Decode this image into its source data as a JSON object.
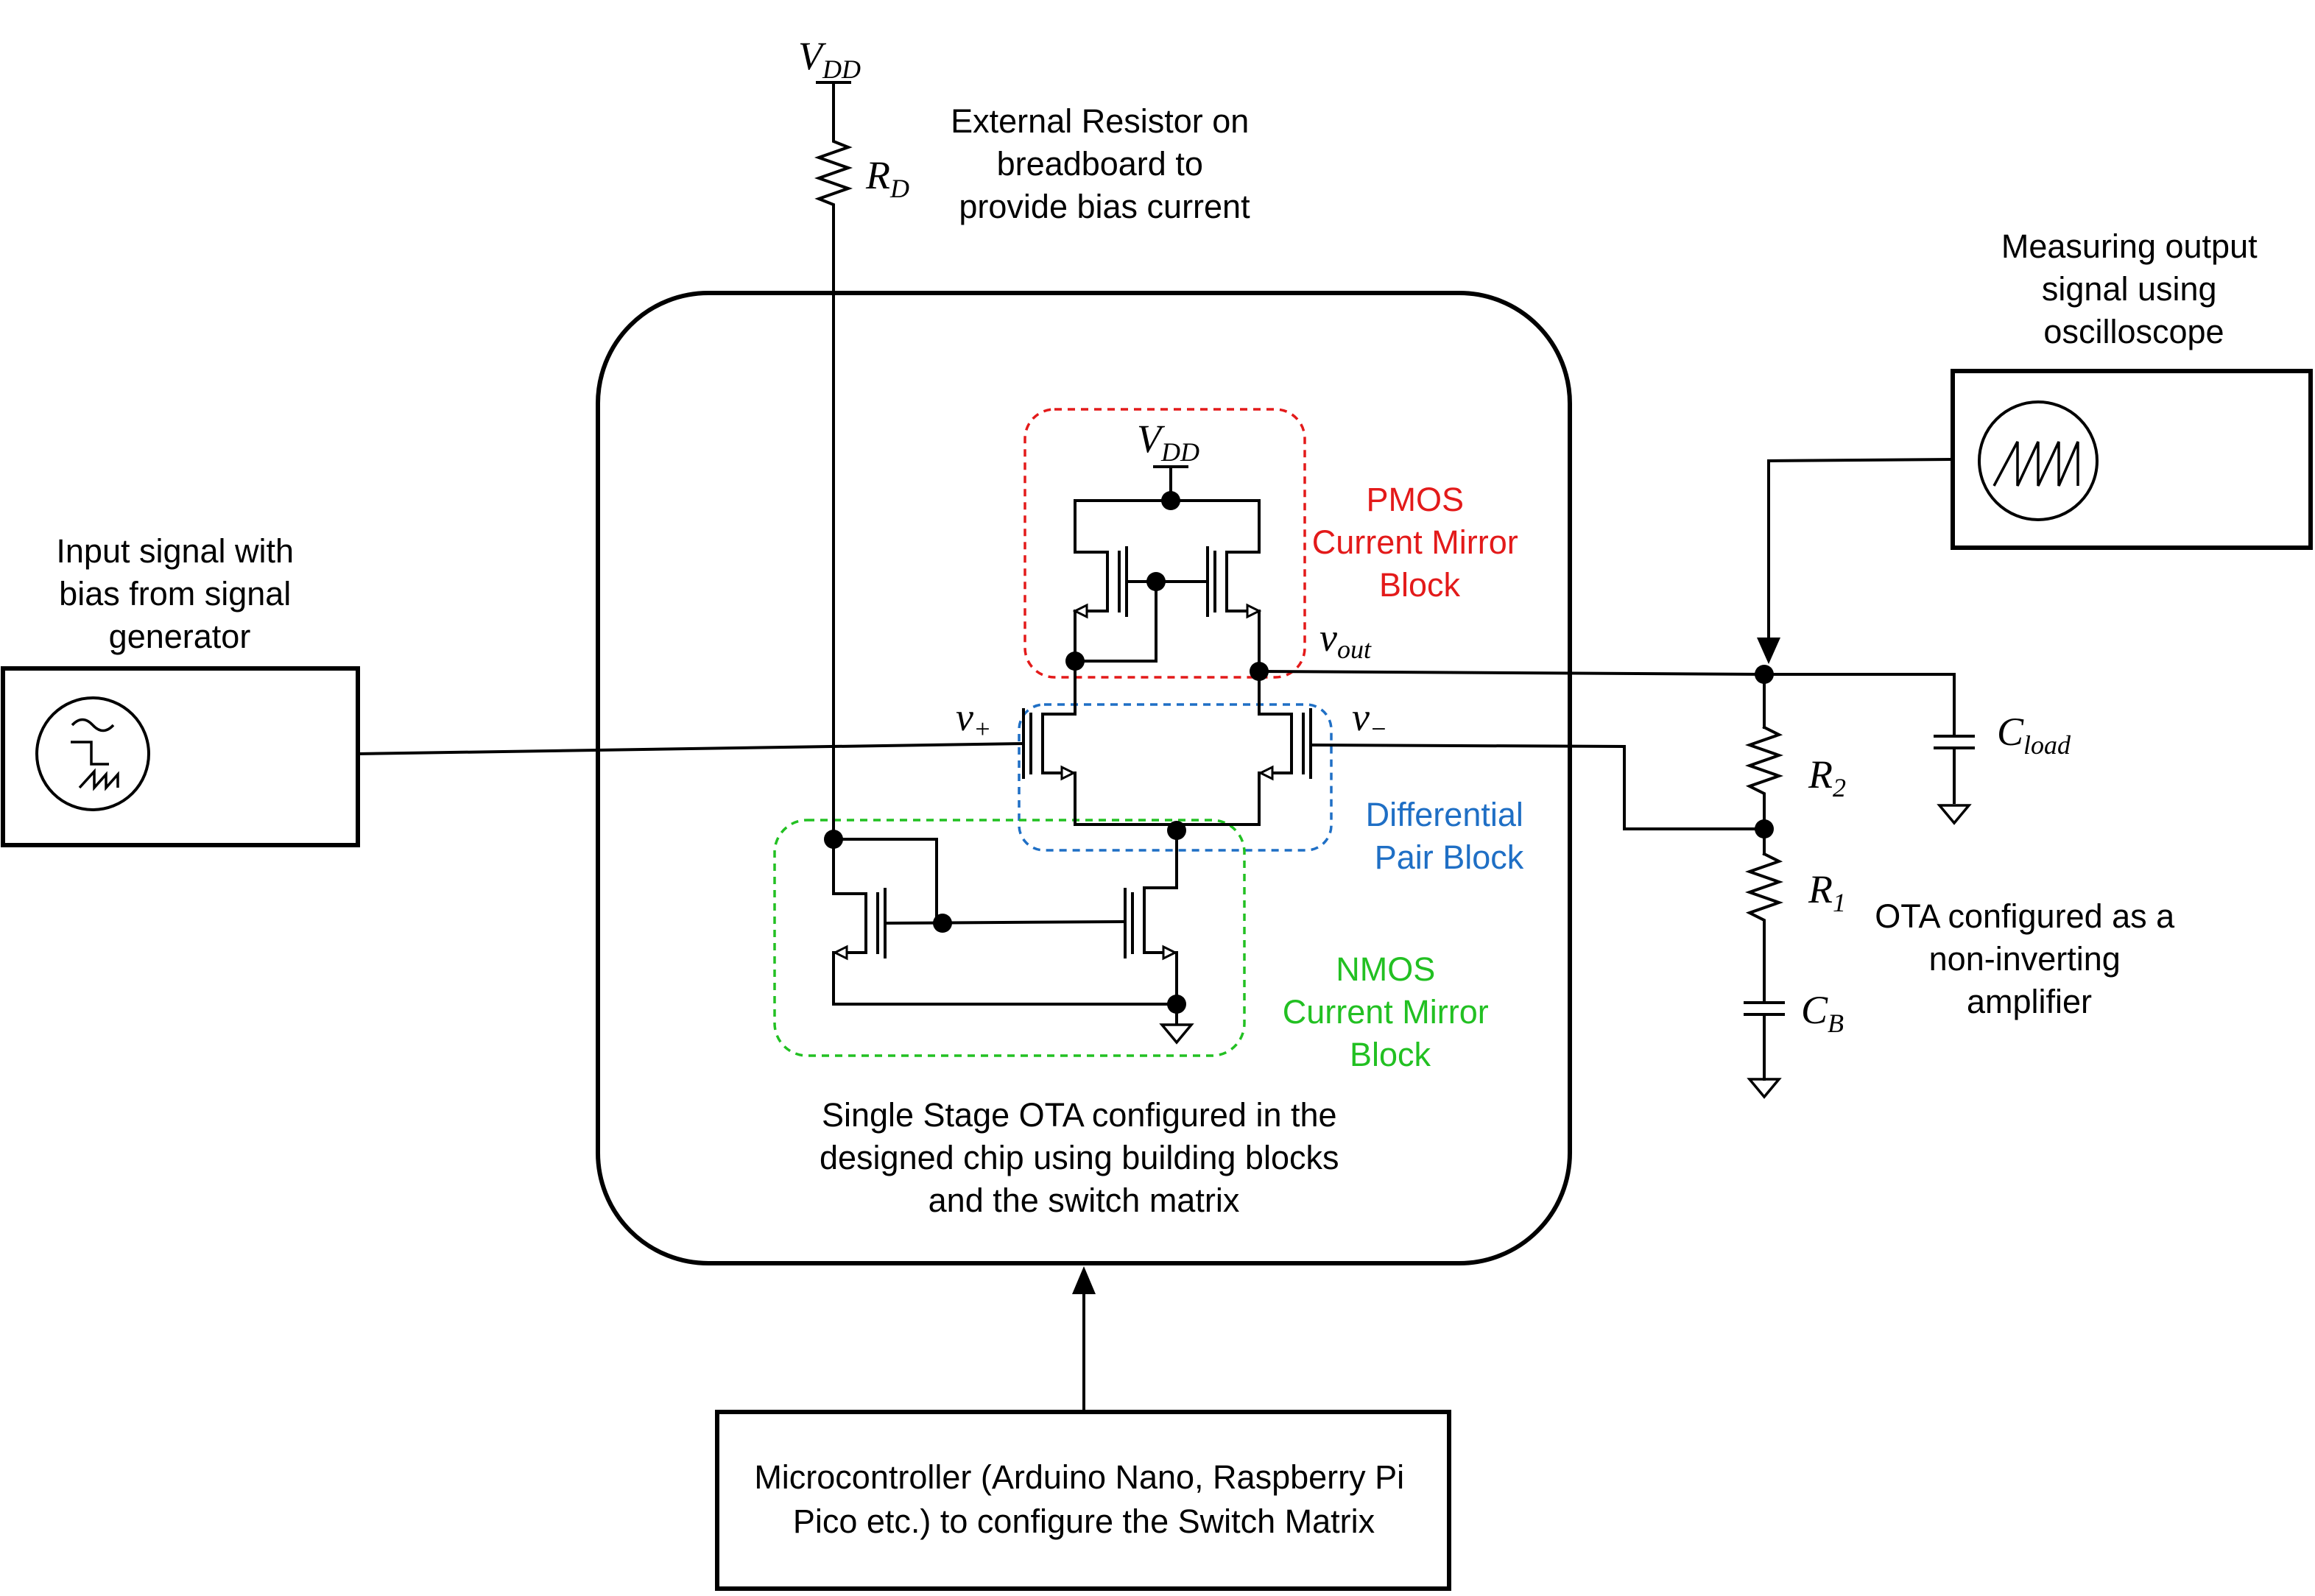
{
  "labels": {
    "rd_note": [
      "External Resistor on",
      "breadboard to",
      "provide bias current"
    ],
    "input_note": [
      "Input signal with",
      "bias from signal",
      "generator"
    ],
    "scope_note": [
      "Measuring output",
      "signal using",
      "oscilloscope"
    ],
    "pmos_block": [
      "PMOS",
      "Current Mirror",
      "Block"
    ],
    "diff_block": [
      "Differential",
      "Pair Block"
    ],
    "nmos_block": [
      "NMOS",
      "Current Mirror",
      "Block"
    ],
    "ota_note": [
      "OTA configured as a",
      "non-inverting",
      "amplifier"
    ],
    "chip_note": [
      "Single Stage OTA configured in the",
      "designed chip using building blocks",
      "and the switch matrix"
    ],
    "mcu_note": [
      "Microcontroller (Arduino Nano, Raspberry Pi",
      "Pico etc.) to configure the Switch Matrix"
    ]
  },
  "symbols": {
    "vdd_top": {
      "main": "V",
      "sub": "DD"
    },
    "vdd_inner": {
      "main": "V",
      "sub": "DD"
    },
    "rd": {
      "main": "R",
      "sub": "D"
    },
    "vout": {
      "main": "v",
      "sub": "out"
    },
    "vplus": {
      "main": "v",
      "sub": "+"
    },
    "vminus": {
      "main": "v",
      "sub": "−"
    },
    "r2": {
      "main": "R",
      "sub": "2"
    },
    "r1": {
      "main": "R",
      "sub": "1"
    },
    "cb": {
      "main": "C",
      "sub": "B"
    },
    "cload": {
      "main": "C",
      "sub": "load"
    }
  },
  "colors": {
    "pmos": "#e31a1a",
    "diff": "#1f6fc5",
    "nmos": "#22c022",
    "wire": "#000000"
  }
}
